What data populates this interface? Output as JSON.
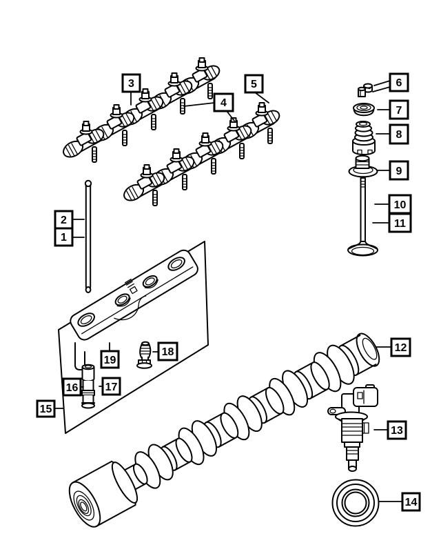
{
  "figure": {
    "kind": "exploded-parts-diagram",
    "colors": {
      "ink": "#000000",
      "paper": "#ffffff"
    }
  },
  "callouts": [
    {
      "label": "1"
    },
    {
      "label": "2"
    },
    {
      "label": "3"
    },
    {
      "label": "4"
    },
    {
      "label": "5"
    },
    {
      "label": "6"
    },
    {
      "label": "7"
    },
    {
      "label": "8"
    },
    {
      "label": "9"
    },
    {
      "label": "10"
    },
    {
      "label": "11"
    },
    {
      "label": "12"
    },
    {
      "label": "13"
    },
    {
      "label": "14"
    },
    {
      "label": "15"
    },
    {
      "label": "16"
    },
    {
      "label": "17"
    },
    {
      "label": "18"
    },
    {
      "label": "19"
    }
  ]
}
